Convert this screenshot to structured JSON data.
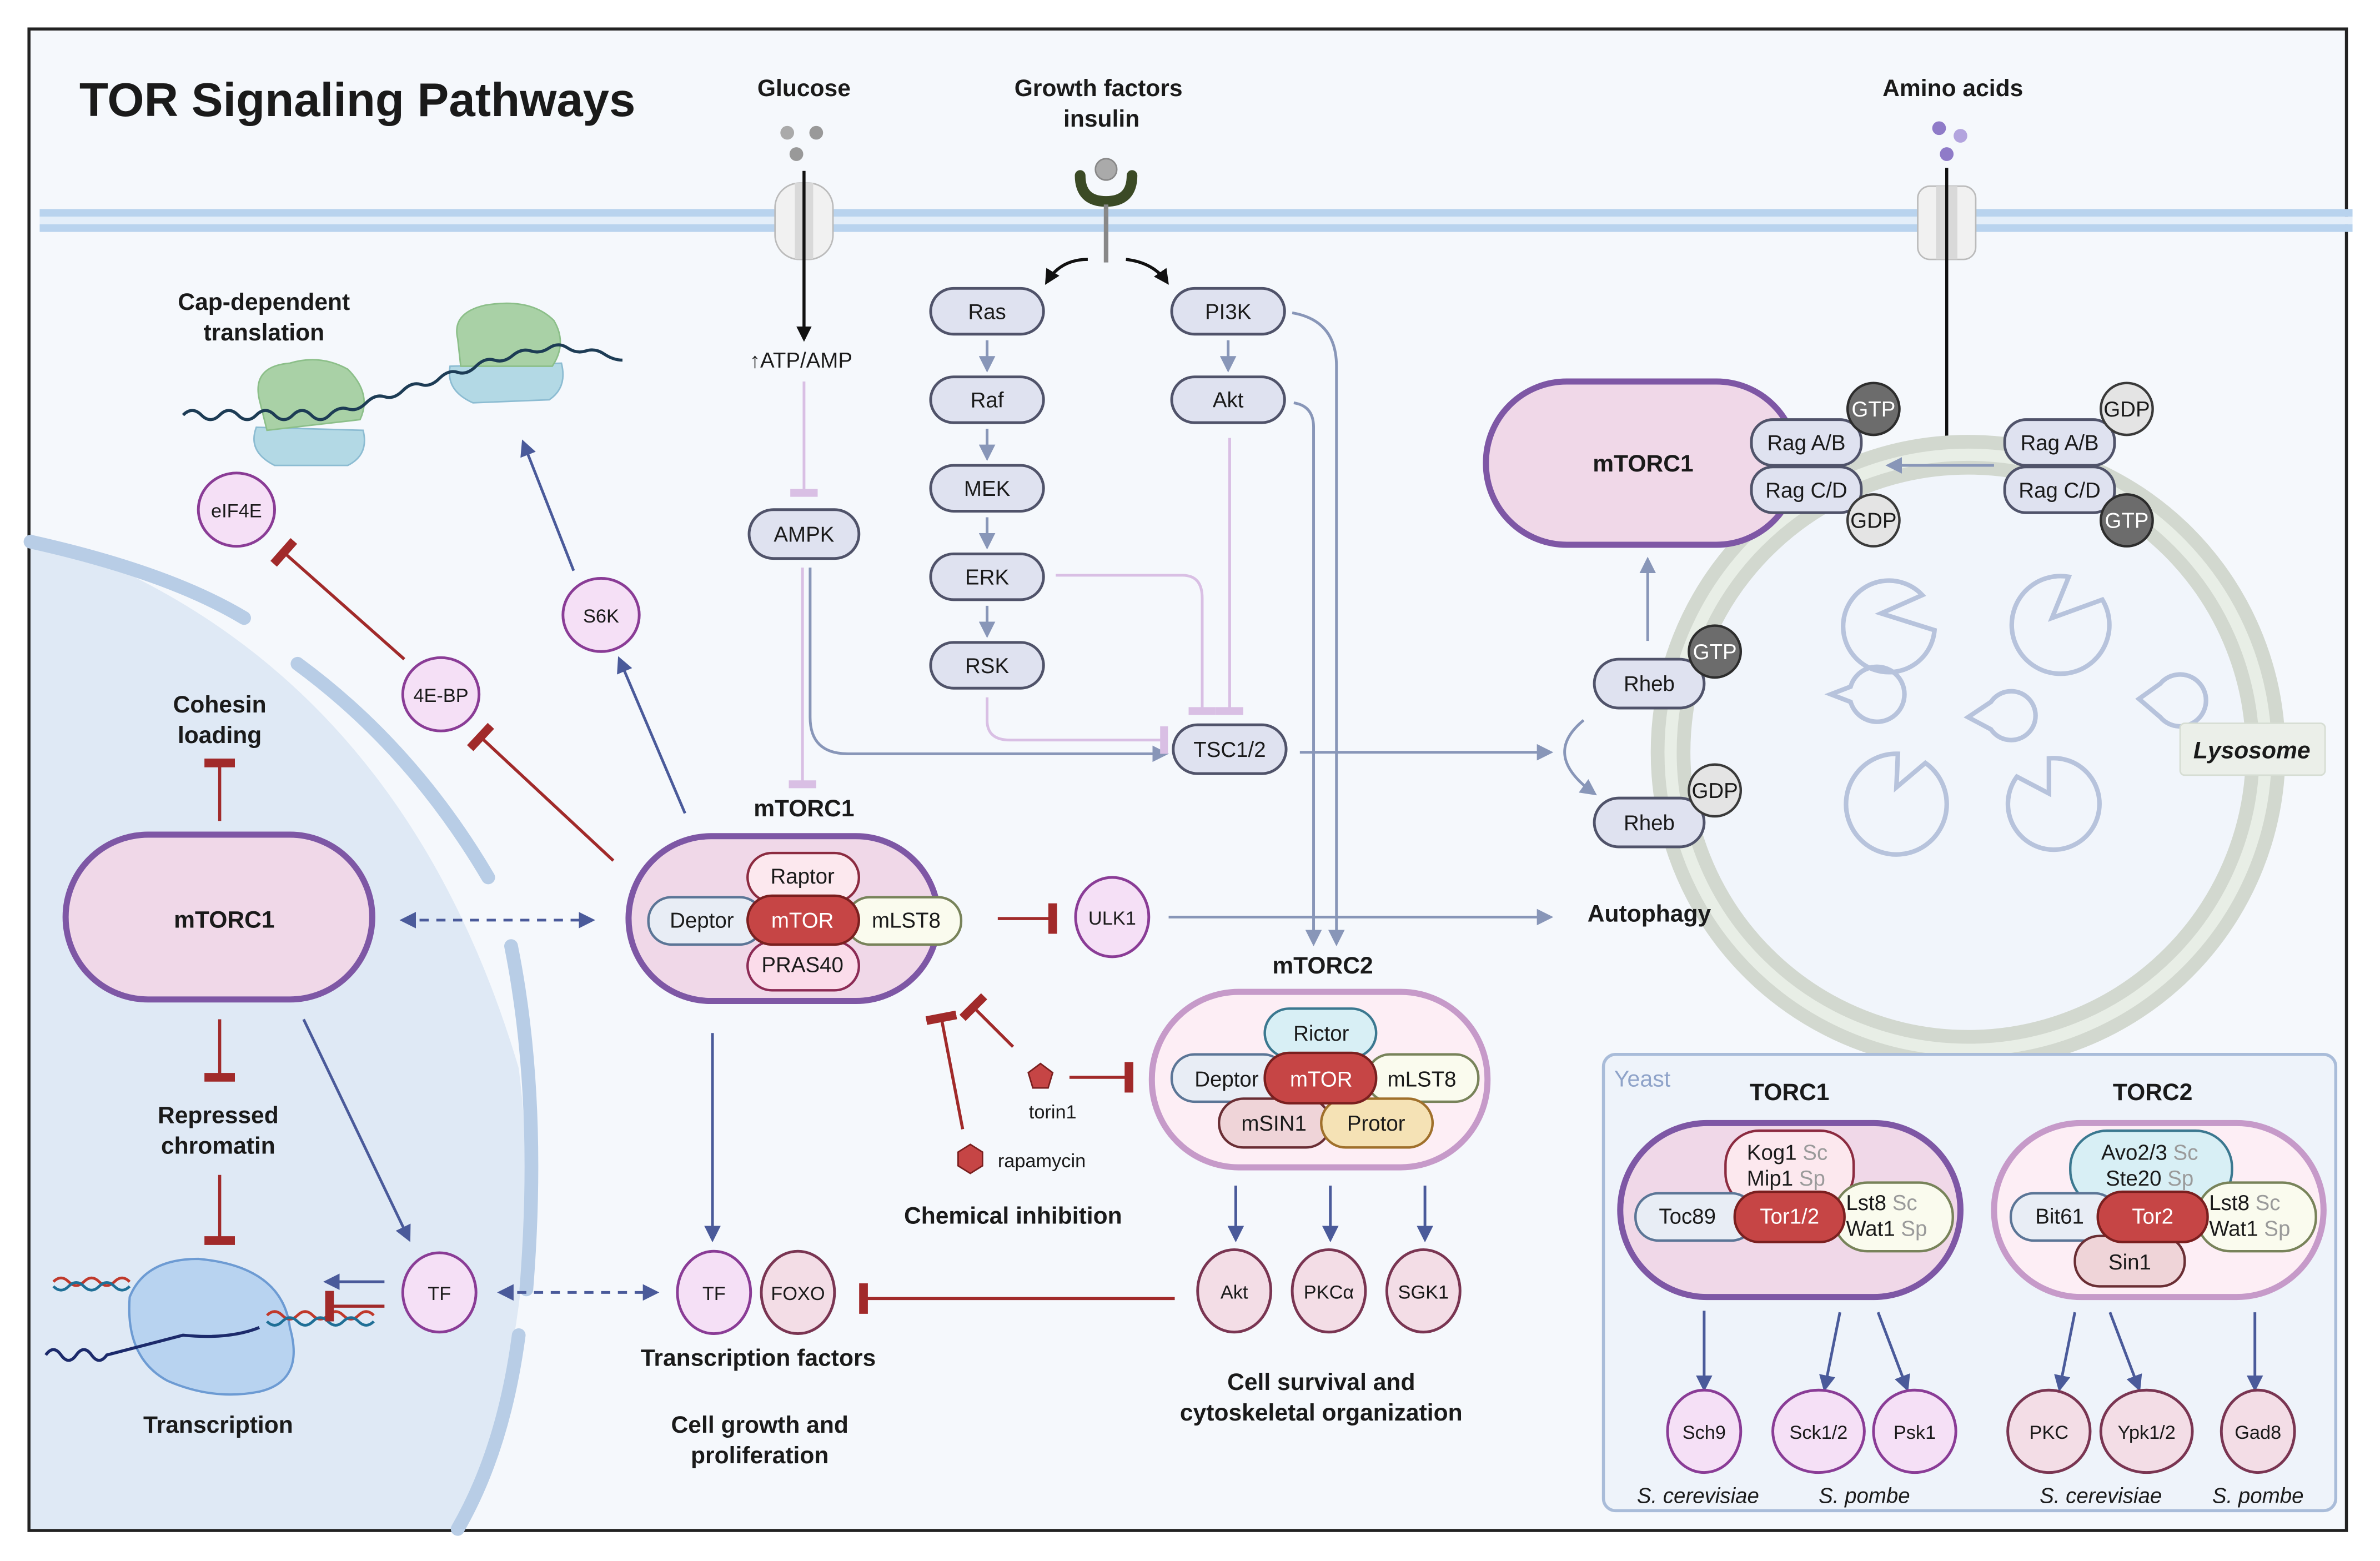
{
  "title": "TOR Signaling Pathways",
  "inputs": {
    "glucose": "Glucose",
    "growth_factors_line1": "Growth factors",
    "growth_factors_line2": "insulin",
    "amino_acids": "Amino acids"
  },
  "upstream": {
    "atp_amp": "↑ATP/AMP",
    "ampk": "AMPK",
    "ras": "Ras",
    "raf": "Raf",
    "mek": "MEK",
    "erk": "ERK",
    "rsk": "RSK",
    "pi3k": "PI3K",
    "akt": "Akt",
    "tsc": "TSC1/2"
  },
  "lysosome": {
    "label": "Lysosome",
    "mtorc1": "mTORC1",
    "rag_ab": "Rag A/B",
    "rag_cd": "Rag C/D",
    "gtp": "GTP",
    "gdp": "GDP",
    "rheb": "Rheb"
  },
  "translation": {
    "header_line1": "Cap-dependent",
    "header_line2": "translation",
    "eif4e": "eIF4E",
    "s6k": "S6K",
    "4ebp": "4E-BP"
  },
  "nucleus": {
    "cohesin_line1": "Cohesin",
    "cohesin_line2": "loading",
    "mtorc1": "mTORC1",
    "repressed_line1": "Repressed",
    "repressed_line2": "chromatin",
    "transcription": "Transcription",
    "tf": "TF"
  },
  "mtorc1_complex": {
    "header": "mTORC1",
    "raptor": "Raptor",
    "deptor": "Deptor",
    "mtor": "mTOR",
    "mlst8": "mLST8",
    "pras40": "PRAS40",
    "ulk1": "ULK1",
    "autophagy": "Autophagy"
  },
  "mtorc2_complex": {
    "header": "mTORC2",
    "rictor": "Rictor",
    "deptor": "Deptor",
    "mtor": "mTOR",
    "mlst8": "mLST8",
    "msin1": "mSIN1",
    "protor": "Protor",
    "targets": [
      "Akt",
      "PKCα",
      "SGK1"
    ],
    "outcome_line1": "Cell survival and",
    "outcome_line2": "cytoskeletal organization"
  },
  "inhibitors": {
    "torin1": "torin1",
    "rapamycin": "rapamycin",
    "header": "Chemical inhibition"
  },
  "transcription_factors": {
    "tf": "TF",
    "foxo": "FOXO",
    "header": "Transcription factors",
    "outcome_line1": "Cell growth and",
    "outcome_line2": "proliferation"
  },
  "yeast": {
    "label": "Yeast",
    "torc1": {
      "header": "TORC1",
      "kog1": "Kog1",
      "kog1_sp": "Sc",
      "mip1": "Mip1",
      "mip1_sp": "Sp",
      "toc89": "Toc89",
      "tor": "Tor1/2",
      "lst8": "Lst8",
      "lst8_sp": "Sc",
      "wat1": "Wat1",
      "wat1_sp": "Sp",
      "targets": [
        "Sch9",
        "Sck1/2",
        "Psk1"
      ],
      "species": [
        "S. cerevisiae",
        "S. pombe"
      ]
    },
    "torc2": {
      "header": "TORC2",
      "avo": "Avo2/3",
      "avo_sp": "Sc",
      "ste20": "Ste20",
      "ste20_sp": "Sp",
      "bit61": "Bit61",
      "tor": "Tor2",
      "lst8": "Lst8",
      "lst8_sp": "Sc",
      "wat1": "Wat1",
      "wat1_sp": "Sp",
      "sin1": "Sin1",
      "targets": [
        "PKC",
        "Ypk1/2",
        "Gad8"
      ],
      "species": [
        "S. cerevisiae",
        "S. pombe"
      ]
    }
  },
  "colors": {
    "background": "#f5f8fc",
    "membrane": "#b9d3ee",
    "mtorc1_border": "#7e57a5",
    "mtorc1_fill": "#f0d8e8",
    "mtor_red": "#c64545",
    "inhibition_red": "#a12a2a",
    "activation_blue": "#4a5a9a"
  }
}
